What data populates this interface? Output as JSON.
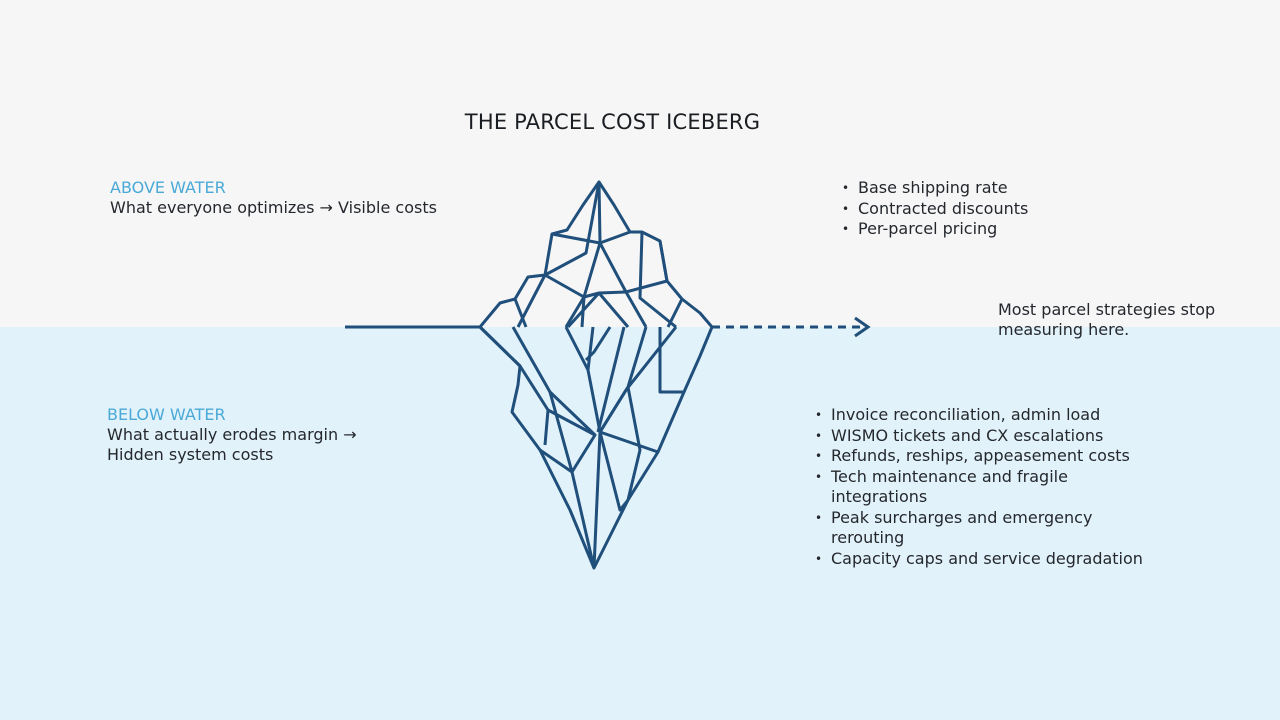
{
  "title": "THE PARCEL COST ICEBERG",
  "above": {
    "kicker": "ABOVE WATER",
    "description": "What everyone optimizes → Visible costs",
    "items": [
      "Base shipping rate",
      "Contracted discounts",
      "Per-parcel pricing"
    ]
  },
  "waterline_note": "Most parcel strategies stop measuring here.",
  "below": {
    "kicker": "BELOW WATER",
    "description": "What actually erodes margin → Hidden system costs",
    "items": [
      "Invoice reconciliation, admin load",
      "WISMO tickets and CX escalations",
      "Refunds, reships, appeasement costs",
      "Tech maintenance and fragile integrations",
      "Peak surcharges and emergency rerouting",
      "Capacity caps and service degradation"
    ]
  },
  "colors": {
    "ink": "#1f4f7a",
    "accent": "#4aa9d6",
    "sky": "#f6f6f7",
    "sea": "#e2f2fb"
  }
}
